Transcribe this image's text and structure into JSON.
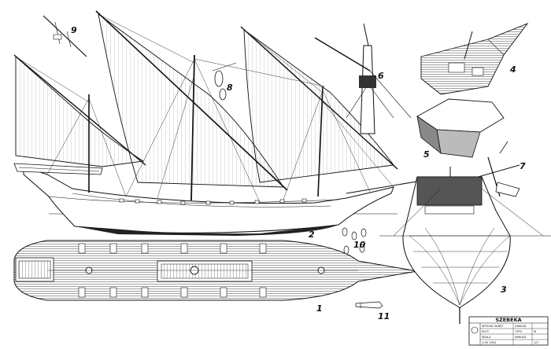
{
  "drawing": {
    "part_numbers": [
      "1",
      "2",
      "3",
      "4",
      "5",
      "6",
      "7",
      "8",
      "9",
      "10",
      "11"
    ]
  },
  "title_block": {
    "title": "SZEBEKA",
    "rows": [
      [
        "WYSOKI OKRĘT",
        "ZAKŁAD"
      ],
      [
        "PLOT",
        "TYPU",
        "M"
      ],
      [
        "SKALA",
        "ARKUSZ"
      ],
      [
        "1:50 1952",
        "1/2"
      ]
    ]
  },
  "colors": {
    "ink": "#111111",
    "paper": "#ffffff",
    "hull_shade": "#777777"
  }
}
